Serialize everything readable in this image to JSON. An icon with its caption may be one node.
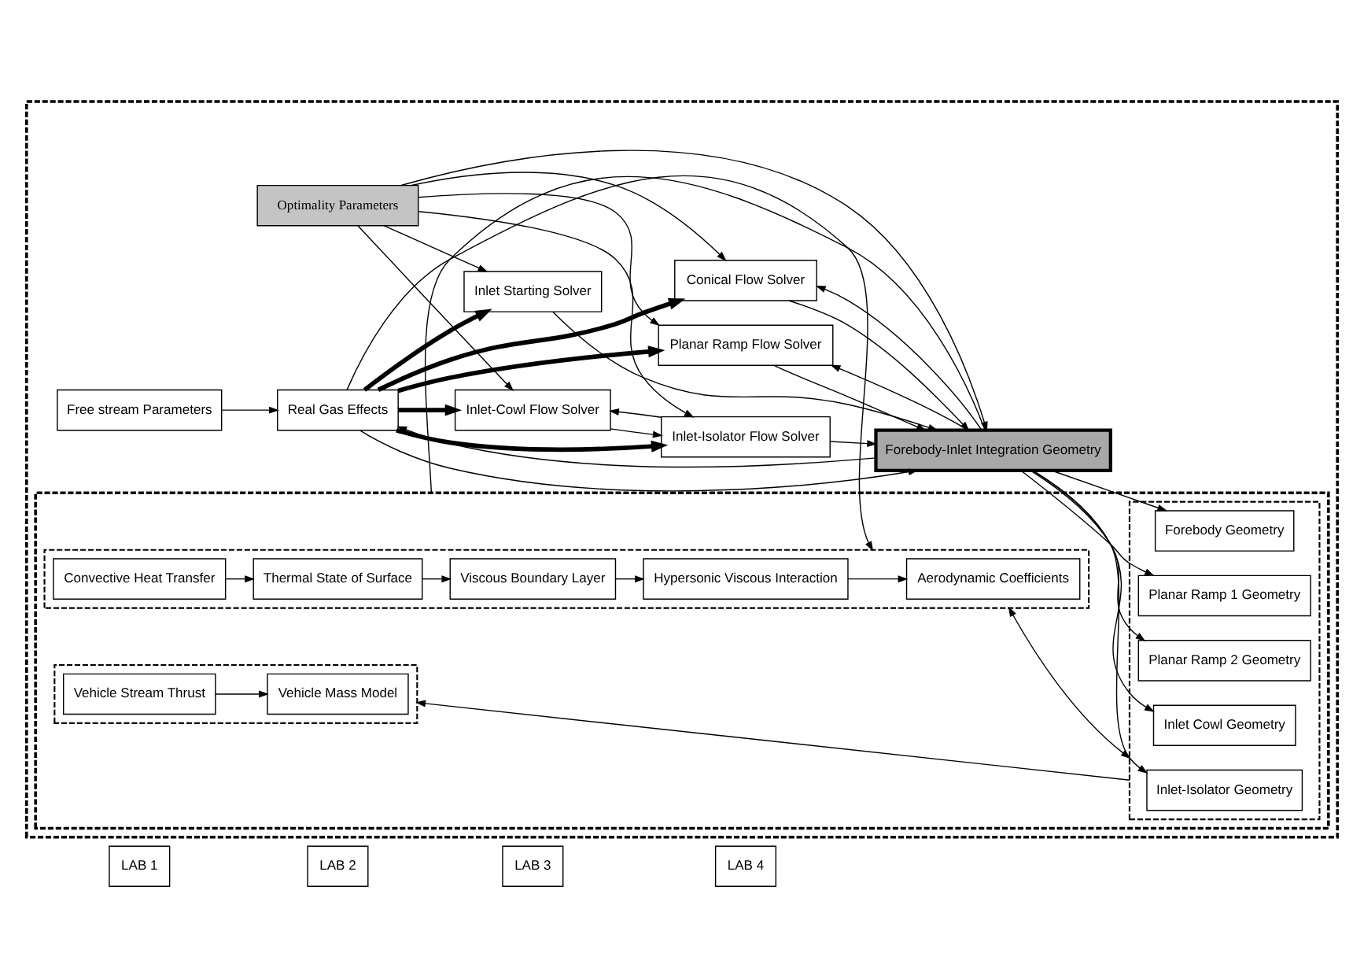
{
  "diagram": {
    "nodes": [
      {
        "text": [
          "LAB 1"
        ]
      },
      {
        "text": [
          "LAB 2"
        ]
      },
      {
        "text": [
          "LAB 3"
        ]
      },
      {
        "text": [
          "LAB 4"
        ]
      },
      {
        "text": [],
        "shape": "box"
      },
      {
        "text": [
          "Free stream Parameters"
        ],
        "in": 4
      },
      {
        "text": [
          "Real Gas Effects"
        ],
        "in": 4
      },
      {
        "text": [
          "Optimality Parameters"
        ],
        "in": 4
      },
      {
        "text": [
          "Conical Flow Solver"
        ],
        "in": 4
      },
      {
        "text": [
          "Planar Ramp Flow Solver"
        ],
        "in": 4
      },
      {
        "text": [
          "Inlet-Cowl Flow Solver"
        ],
        "in": 4
      },
      {
        "text": [
          "Inlet-Isolator Flow Solver"
        ],
        "in": 4
      },
      {
        "text": [
          "Inlet Starting Solver"
        ],
        "in": 4
      },
      {
        "text": [
          "Forebody-Inlet Integration Geometry"
        ],
        "in": 4
      },
      {
        "text": [],
        "shape": "box",
        "in": 4
      },
      {
        "text": [],
        "shape": "box",
        "in": 14
      },
      {
        "text": [
          "Forebody Geometry"
        ],
        "in": 15
      },
      {
        "text": [
          "Planar Ramp 1 Geometry"
        ],
        "in": 15
      },
      {
        "text": [
          "Planar Ramp 2 Geometry"
        ],
        "in": 15
      },
      {
        "text": [
          "Inlet Cowl Geometry"
        ],
        "in": 15
      },
      {
        "text": [
          "Inlet-Isolator Geometry"
        ],
        "in": 15
      },
      {
        "text": [],
        "shape": "box",
        "in": 14
      },
      {
        "text": [
          "Convective Heat Transfer"
        ],
        "in": 21
      },
      {
        "text": [
          "Thermal State of Surface"
        ],
        "in": 21
      },
      {
        "text": [
          "Viscous Boundary Layer"
        ],
        "in": 21
      },
      {
        "text": [
          "Hypersonic Viscous Interaction"
        ],
        "in": 21
      },
      {
        "text": [
          "Aerodynamic Coefficients"
        ],
        "in": 21
      },
      {
        "text": [],
        "shape": "box",
        "in": 14
      },
      {
        "text": [
          "Vehicle Stream Thrust"
        ],
        "in": 27
      },
      {
        "text": [
          "Vehicle Mass Model"
        ],
        "in": 27
      }
    ],
    "edges": [
      {
        "from": 5,
        "to": 6,
        "arrow": "to"
      },
      {
        "from": 6,
        "to": 13,
        "arrow": "to"
      },
      {
        "from": 7,
        "to": 13,
        "arrow": "to"
      },
      {
        "from": 6,
        "to": 21,
        "arrow": "to"
      },
      {
        "from": 7,
        "to": 8,
        "arrow": "to"
      },
      {
        "from": 7,
        "to": 9,
        "arrow": "to"
      },
      {
        "from": 7,
        "to": 10,
        "arrow": "to"
      },
      {
        "from": 7,
        "to": 11,
        "arrow": "to"
      },
      {
        "from": 7,
        "to": 12,
        "arrow": "to"
      },
      {
        "from": 6,
        "to": 8,
        "arrow": "to",
        "style": "thick"
      },
      {
        "from": 6,
        "to": 9,
        "arrow": "to",
        "style": "thick"
      },
      {
        "from": 6,
        "to": 10,
        "arrow": "to",
        "style": "thick"
      },
      {
        "from": 6,
        "to": 11,
        "arrow": "to",
        "style": "thick"
      },
      {
        "from": 6,
        "to": 12,
        "arrow": "to",
        "style": "thick"
      },
      {
        "from": 13,
        "to": 8,
        "arrow": "to"
      },
      {
        "from": 13,
        "to": 9,
        "arrow": "to"
      },
      {
        "from": 8,
        "to": 13,
        "arrow": "to"
      },
      {
        "from": 9,
        "to": 13,
        "arrow": "to"
      },
      {
        "from": 13,
        "to": 6,
        "arrow": "to"
      },
      {
        "from": 10,
        "to": 11,
        "arrow": "to"
      },
      {
        "from": 11,
        "to": 13,
        "arrow": "to"
      },
      {
        "from": 11,
        "to": 10,
        "arrow": "to"
      },
      {
        "from": 12,
        "to": 13,
        "arrow": "to"
      },
      {
        "from": 13,
        "to": 14,
        "arrow": "none"
      },
      {
        "from": 13,
        "to": 16,
        "arrow": "to"
      },
      {
        "from": 13,
        "to": 17,
        "arrow": "to"
      },
      {
        "from": 13,
        "to": 18,
        "arrow": "to"
      },
      {
        "from": 13,
        "to": 19,
        "arrow": "to"
      },
      {
        "from": 13,
        "to": 20,
        "arrow": "to"
      },
      {
        "from": 15,
        "to": 21,
        "arrow": "both"
      },
      {
        "from": 15,
        "to": 27,
        "arrow": "to"
      },
      {
        "from": 22,
        "to": 23,
        "arrow": "to"
      },
      {
        "from": 23,
        "to": 24,
        "arrow": "to"
      },
      {
        "from": 24,
        "to": 25,
        "arrow": "to"
      },
      {
        "from": 25,
        "to": 26,
        "arrow": "to"
      },
      {
        "from": 28,
        "to": 29,
        "arrow": "to"
      }
    ]
  }
}
